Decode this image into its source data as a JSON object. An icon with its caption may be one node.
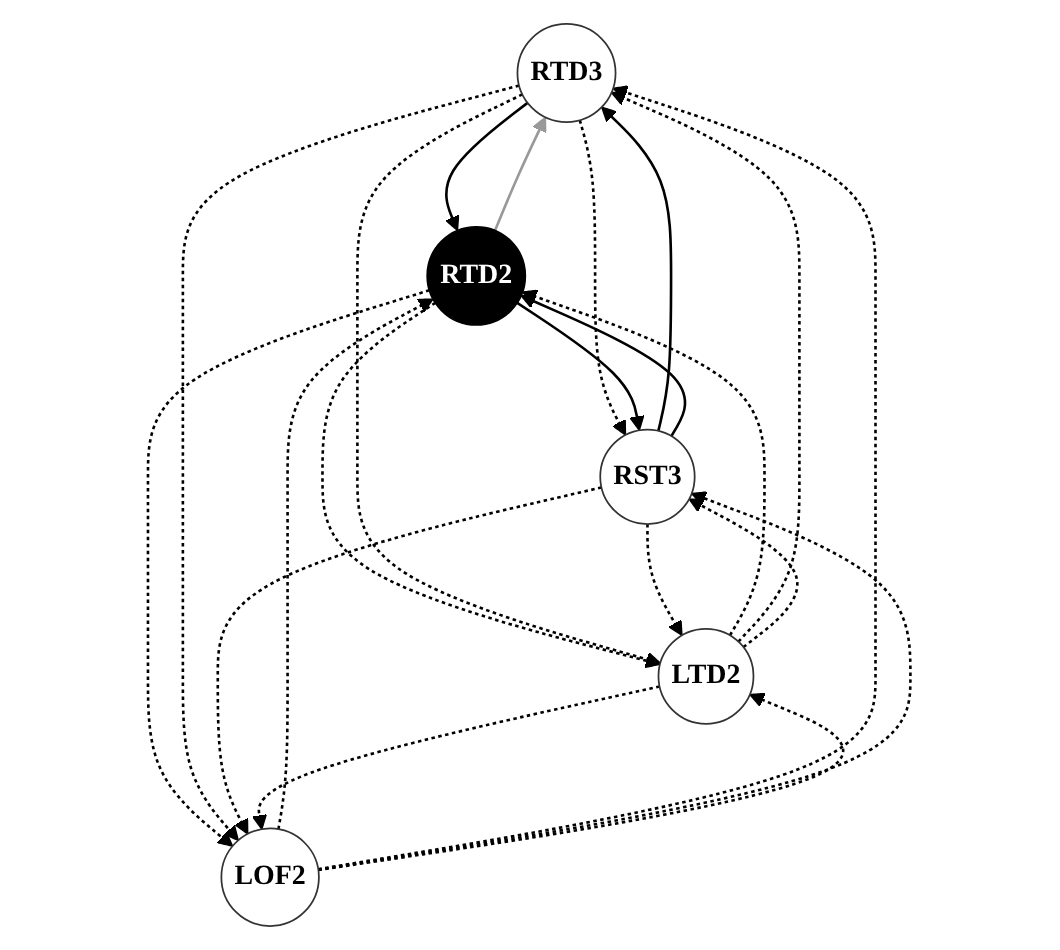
{
  "diagram": {
    "nodes": [
      {
        "text": [
          "RTD3"
        ]
      },
      {
        "text": [
          "RTD2"
        ]
      },
      {
        "text": [
          "RST3"
        ]
      },
      {
        "text": [
          "LTD2"
        ]
      },
      {
        "text": [
          "LOF2"
        ]
      }
    ],
    "edges": [
      {
        "from": 1,
        "to": 0,
        "arrow": "to",
        "color": "#999999"
      },
      {
        "from": 0,
        "to": 1,
        "arrow": "to"
      },
      {
        "from": 2,
        "to": 0,
        "arrow": "to"
      },
      {
        "from": 0,
        "to": 2,
        "arrow": "to",
        "style": "dashed"
      },
      {
        "from": 2,
        "to": 1,
        "arrow": "to"
      },
      {
        "from": 1,
        "to": 2,
        "arrow": "to"
      },
      {
        "from": 1,
        "to": 3,
        "arrow": "to",
        "style": "dashed"
      },
      {
        "from": 3,
        "to": 1,
        "arrow": "to",
        "style": "dashed"
      },
      {
        "from": 1,
        "to": 4,
        "arrow": "to",
        "style": "dashed"
      },
      {
        "from": 4,
        "to": 1,
        "arrow": "to",
        "style": "dashed"
      },
      {
        "from": 0,
        "to": 3,
        "arrow": "to",
        "style": "dashed"
      },
      {
        "from": 3,
        "to": 0,
        "arrow": "to",
        "style": "dashed"
      },
      {
        "from": 0,
        "to": 4,
        "arrow": "to",
        "style": "dashed"
      },
      {
        "from": 4,
        "to": 0,
        "arrow": "to",
        "style": "dashed"
      },
      {
        "from": 2,
        "to": 3,
        "arrow": "to",
        "style": "dashed"
      },
      {
        "from": 3,
        "to": 2,
        "arrow": "to",
        "style": "dashed"
      },
      {
        "from": 2,
        "to": 4,
        "arrow": "to",
        "style": "dashed"
      },
      {
        "from": 4,
        "to": 2,
        "arrow": "to",
        "style": "dashed"
      },
      {
        "from": 3,
        "to": 4,
        "arrow": "to",
        "style": "dashed"
      },
      {
        "from": 4,
        "to": 3,
        "arrow": "to",
        "style": "dashed"
      }
    ]
  }
}
